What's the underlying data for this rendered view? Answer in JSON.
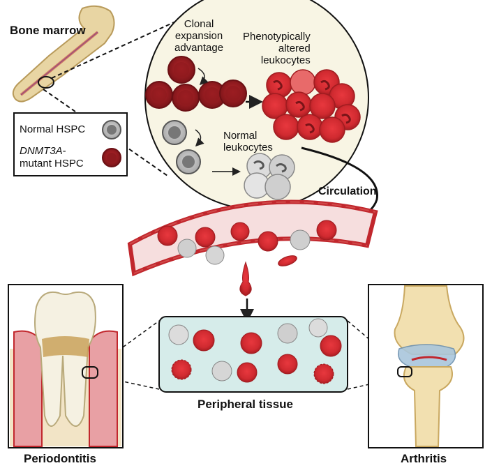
{
  "labels": {
    "bone_marrow": "Bone marrow",
    "clonal_line1": "Clonal",
    "clonal_line2": "expansion",
    "clonal_line3": "advantage",
    "pheno_line1": "Phenotypically",
    "pheno_line2": "altered",
    "pheno_line3": "leukocytes",
    "normal_leuk_line1": "Normal",
    "normal_leuk_line2": "leukocytes",
    "circulation": "Circulation",
    "peripheral_tissue": "Peripheral tissue",
    "periodontitis": "Periodontitis",
    "arthritis": "Arthritis"
  },
  "legend": {
    "normal_hspc": "Normal HSPC",
    "mutant_gene": "DNMT3A",
    "mutant_dash": "-",
    "mutant_hspc": "mutant HSPC"
  },
  "colors": {
    "mutant_red": "#c9262c",
    "mutant_dark": "#8e1a1e",
    "normal_gray": "#8a8a8a",
    "tissue_bg": "#d6ecea",
    "vessel_wall": "#c1272d",
    "circle_bg": "#f8f5e4",
    "bone": "#e8d5a3"
  }
}
